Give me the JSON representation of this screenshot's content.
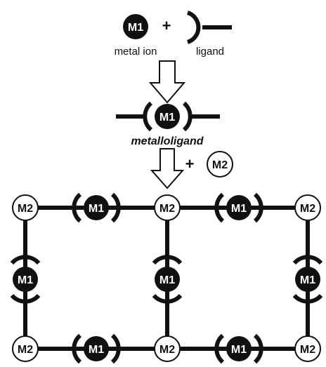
{
  "reaction": {
    "metal_label": "M1",
    "plus_1": "+",
    "metal_caption": "metal ion",
    "ligand_caption": "ligand",
    "metalloligand_label": "M1",
    "metalloligand_caption": "metalloligand",
    "plus_2": "+",
    "added_metal_label": "M2"
  },
  "framework": {
    "nodes": [
      {
        "label": "M2",
        "type": "open"
      },
      {
        "label": "M1",
        "type": "filled"
      },
      {
        "label": "M2",
        "type": "open"
      },
      {
        "label": "M1",
        "type": "filled"
      },
      {
        "label": "M2",
        "type": "open"
      },
      {
        "label": "M1",
        "type": "filled"
      },
      {
        "label": "M1",
        "type": "filled"
      },
      {
        "label": "M1",
        "type": "filled"
      },
      {
        "label": "M2",
        "type": "open"
      },
      {
        "label": "M1",
        "type": "filled"
      },
      {
        "label": "M2",
        "type": "open"
      },
      {
        "label": "M1",
        "type": "filled"
      },
      {
        "label": "M2",
        "type": "open"
      }
    ]
  },
  "colors": {
    "filled": "#111111",
    "open_fill": "#ffffff",
    "stroke": "#111111"
  }
}
